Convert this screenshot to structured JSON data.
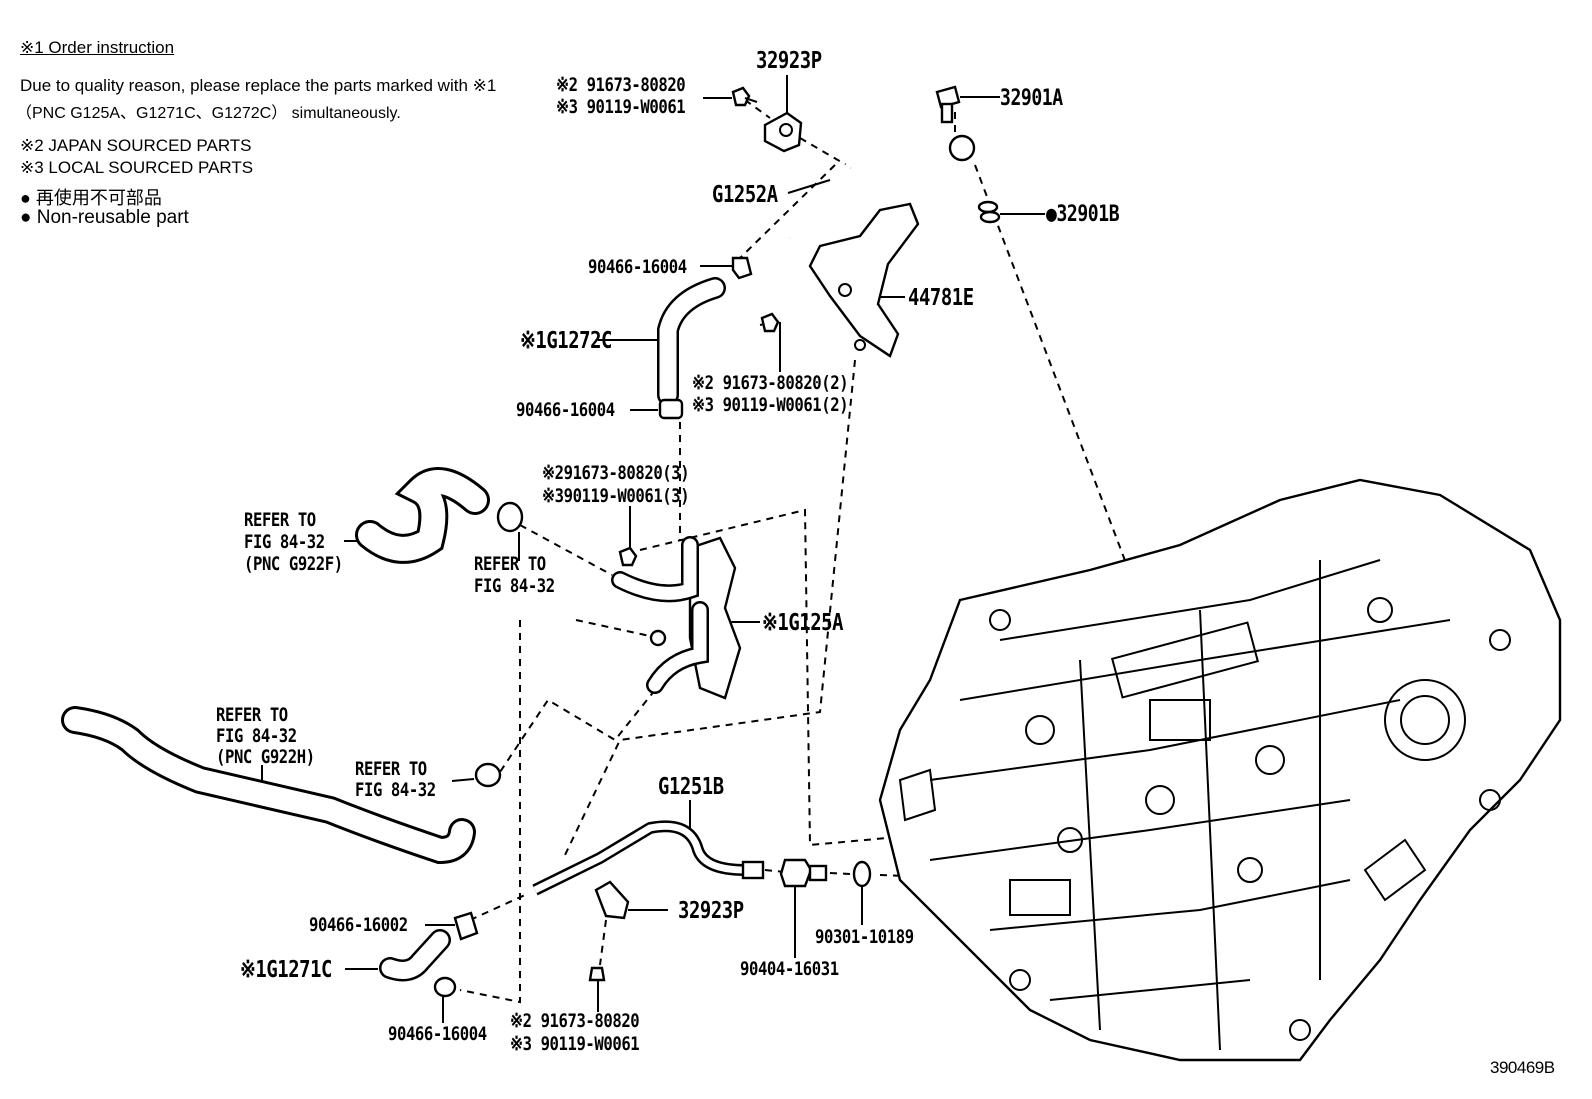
{
  "notes": {
    "title": "※1 Order instruction",
    "line1": "Due to quality reason, please replace the parts marked with ※1",
    "line2": "（PNC G125A、G1271C、G1272C） simultaneously.",
    "japan": "※2 JAPAN SOURCED PARTS",
    "local": "※3 LOCAL SOURCED PARTS",
    "nonreuse_jp": "● 再使用不可部品",
    "nonreuse_en": "● Non-reusable part"
  },
  "labels": {
    "p32923P_top": "32923P",
    "p32901A": "32901A",
    "p32901B": "●32901B",
    "bolt_top_1": "※2 91673-80820",
    "bolt_top_2": "※3 90119-W0061",
    "pG1252A": "G1252A",
    "clip_top": "90466-16004",
    "p44781E": "44781E",
    "pG1272C": "※1G1272C",
    "bolt_mid_1": "※2 91673-80820(2)",
    "bolt_mid_2": "※3 90119-W0061(2)",
    "clip_mid": "90466-16004",
    "bolt_cool_1": "※291673-80820(3)",
    "bolt_cool_2": "※390119-W0061(3)",
    "ref_a_1": "REFER TO",
    "ref_a_2": "FIG 84-32",
    "ref_a_3": "(PNC G922F)",
    "ref_b_1": "REFER TO",
    "ref_b_2": "FIG 84-32",
    "pG125A": "※1G125A",
    "ref_c_1": "REFER TO",
    "ref_c_2": "FIG 84-32",
    "ref_c_3": "(PNC G922H)",
    "ref_d_1": "REFER TO",
    "ref_d_2": "FIG 84-32",
    "pG1251B": "G1251B",
    "p32923P_bottom": "32923P",
    "clip_16002": "90466-16002",
    "pG1271C": "※1G1271C",
    "clip_bottom": "90466-16004",
    "bolt_bot_1": "※2 91673-80820",
    "bolt_bot_2": "※3 90119-W0061",
    "p90404": "90404-16031",
    "p90301": "90301-10189",
    "fig_no": "390469B"
  }
}
